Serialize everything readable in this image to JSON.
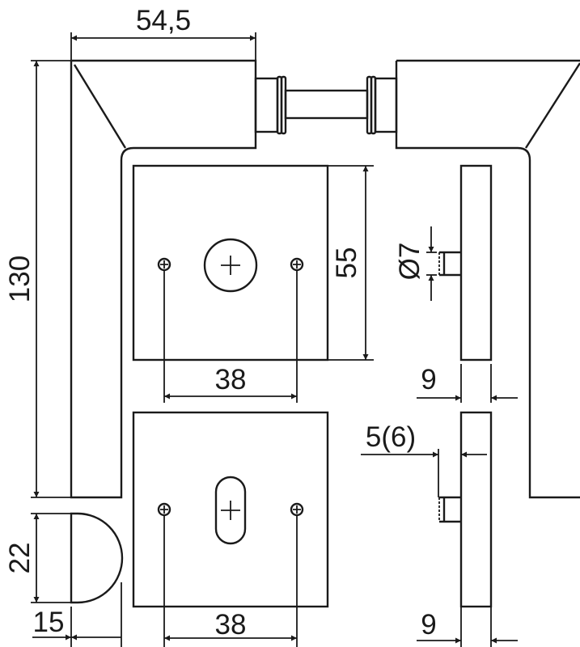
{
  "title": "Lever handle set technical drawing",
  "colors": {
    "line": "#1a1a1a",
    "background": "#ffffff"
  },
  "dimensions": {
    "handle_length": "54,5",
    "handle_height": "130",
    "rose_height": "55",
    "screw_spacing_top": "38",
    "screw_spacing_bottom": "38",
    "spindle_diameter": "Ø7",
    "rose_thickness_top": "9",
    "rose_thickness_bottom": "9",
    "pin_length": "5(6)",
    "section_height": "22",
    "section_width": "15"
  }
}
